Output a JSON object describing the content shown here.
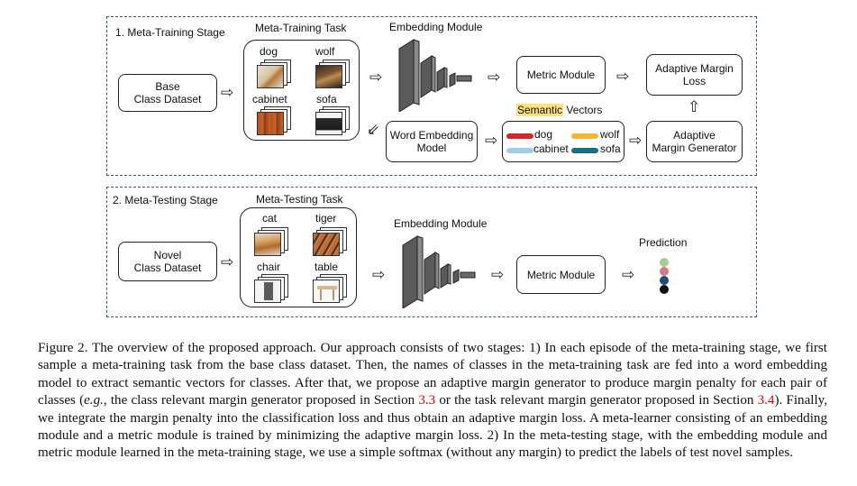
{
  "colors": {
    "dashed_border": "#3f5a6b",
    "dog_bar": "#d62728",
    "cabinet_bar": "#9fd0e8",
    "wolf_bar": "#f5b731",
    "sofa_bar": "#1b6e8a",
    "prediction_dots": [
      "#a6cf8f",
      "#d77a86",
      "#1f4e79",
      "#111111"
    ],
    "highlight": "#ffe07a",
    "caption_ref": "#e00000"
  },
  "stage1": {
    "title": "1. Meta-Training Stage",
    "task_title": "Meta-Training Task",
    "images": [
      {
        "label": "dog",
        "icon": "dog-photo"
      },
      {
        "label": "wolf",
        "icon": "wolf-photo"
      },
      {
        "label": "cabinet",
        "icon": "cabinet-photo"
      },
      {
        "label": "sofa",
        "icon": "sofa-photo"
      }
    ],
    "dataset_line1": "Base",
    "dataset_line2": "Class Dataset",
    "embedding_label": "Embedding Module",
    "metric_label": "Metric Module",
    "loss_line1": "Adaptive Margin",
    "loss_line2": "Loss",
    "word_emb_line1": "Word Embedding",
    "word_emb_line2": "Model",
    "semantic_word1": "Semantic",
    "semantic_word2": "Vectors",
    "vectors": [
      "dog",
      "wolf",
      "cabinet",
      "sofa"
    ],
    "generator_line1": "Adaptive",
    "generator_line2": "Margin Generator"
  },
  "stage2": {
    "title": "2. Meta-Testing Stage",
    "task_title": "Meta-Testing Task",
    "images": [
      {
        "label": "cat",
        "icon": "cat-photo"
      },
      {
        "label": "tiger",
        "icon": "tiger-photo"
      },
      {
        "label": "chair",
        "icon": "chair-photo"
      },
      {
        "label": "table",
        "icon": "table-photo"
      }
    ],
    "dataset_line1": "Novel",
    "dataset_line2": "Class Dataset",
    "embedding_label": "Embedding Module",
    "metric_label": "Metric Module",
    "prediction_label": "Prediction"
  },
  "caption": {
    "p1": "Figure 2. The overview of the proposed approach. Our approach consists of two stages: 1) In each episode of the meta-training stage, we first sample a meta-training task from the base class dataset. Then, the names of classes in the meta-training task are fed into a word embedding model to extract semantic vectors for classes. After that, we propose an adaptive margin generator to produce margin penalty for each pair of classes (",
    "eg": "e.g.",
    "p2": ", the class relevant margin generator proposed in Section ",
    "ref1": "3.3",
    "p3": " or the task relevant margin generator proposed in Section ",
    "ref2": "3.4",
    "p4": "). Finally, we integrate the margin penalty into the classification loss and thus obtain an adaptive margin loss. A meta-learner consisting of an embedding module and a metric module is trained by minimizing the adaptive margin loss. 2) In the meta-testing stage, with the embedding module and metric module learned in the meta-training stage, we use a simple softmax (without any margin) to predict the labels of test novel samples."
  }
}
